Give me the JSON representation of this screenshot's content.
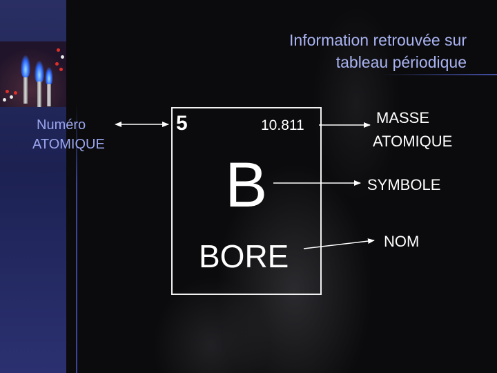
{
  "title": {
    "line1": "Information retrouvée sur",
    "line2": "tableau périodique"
  },
  "element": {
    "atomic_number": "5",
    "atomic_mass": "10.811",
    "symbol": "B",
    "name": "BORE"
  },
  "labels": {
    "atomic_number_line1": "Numéro",
    "atomic_number_line2": "ATOMIQUE",
    "atomic_mass_line1": "MASSE",
    "atomic_mass_line2": "ATOMIQUE",
    "symbol": "SYMBOLE",
    "name": "NOM"
  },
  "colors": {
    "title_text": "#aab4f2",
    "left_label_text": "#9aa6ee",
    "element_text": "#ffffff",
    "band": "#232860"
  }
}
